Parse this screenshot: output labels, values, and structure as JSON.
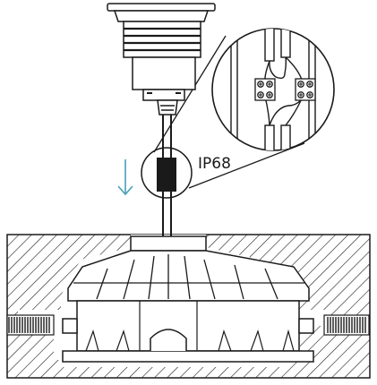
{
  "labels": {
    "ip_rating": "IP68"
  },
  "icons": {
    "arrow": "arrow-down-icon",
    "lamp": "inground-light-fixture",
    "connector": "waterproof-connector",
    "terminal_block": "terminal-block",
    "junction_box": "installation-box",
    "conduit": "corrugated-conduit"
  },
  "colors": {
    "line": "#1a1a1a",
    "arrow": "#4a9fb8",
    "connector_fill": "#1a1a1a",
    "background": "#ffffff"
  }
}
